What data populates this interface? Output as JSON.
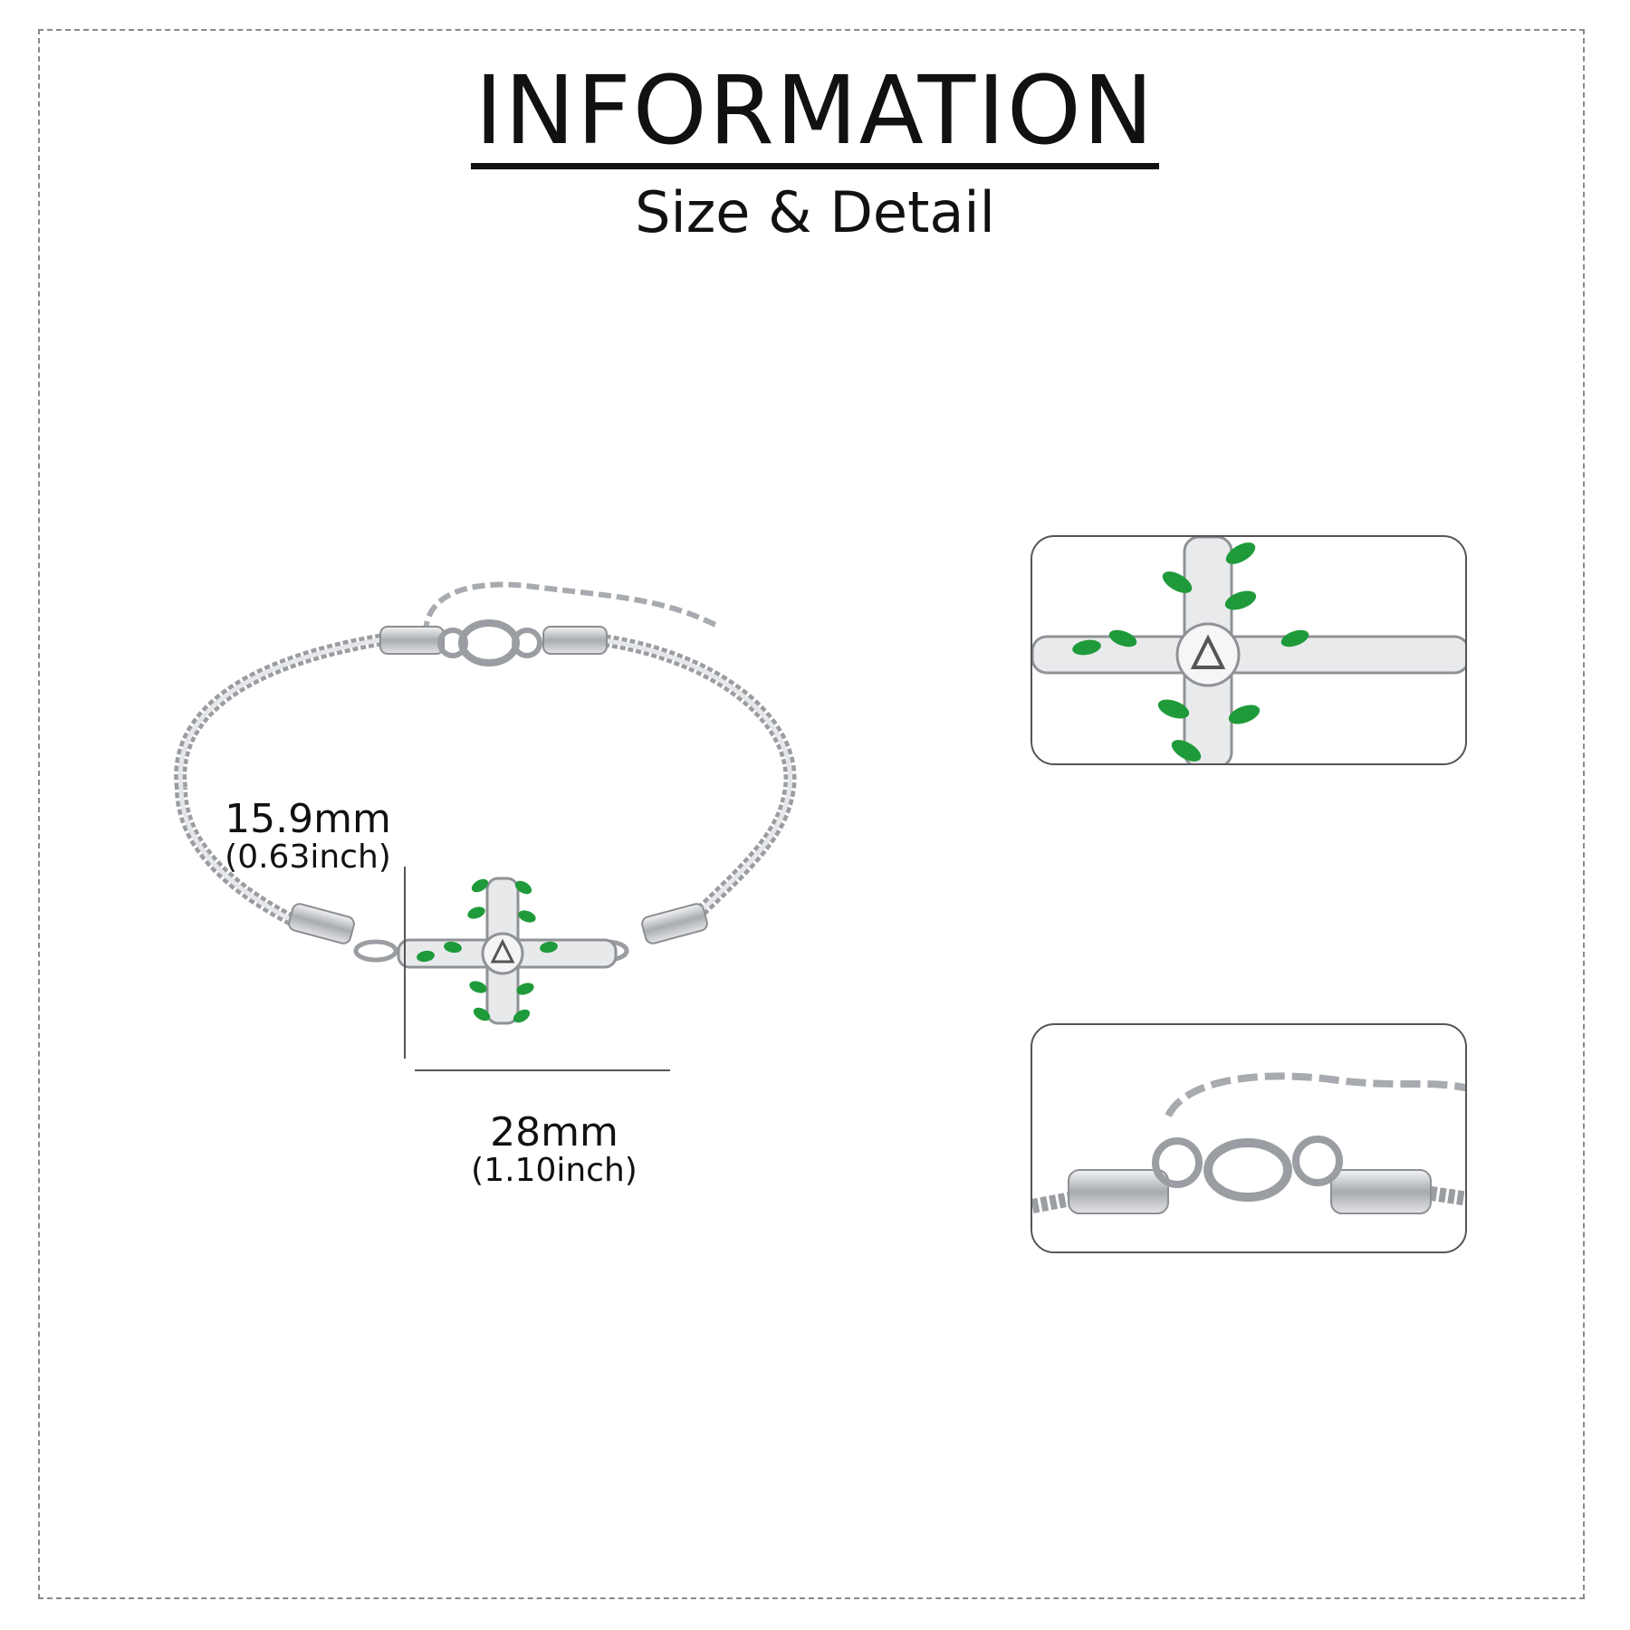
{
  "header": {
    "title": "INFORMATION",
    "subtitle": "Size & Detail"
  },
  "dimensions": {
    "height": {
      "mm": "15.9mm",
      "inch": "(0.63inch)"
    },
    "width": {
      "mm": "28mm",
      "inch": "(1.10inch)"
    }
  },
  "colors": {
    "metal": "#c9cbce",
    "leaf": "#1f9a3a",
    "border": "#8a8a8a"
  }
}
